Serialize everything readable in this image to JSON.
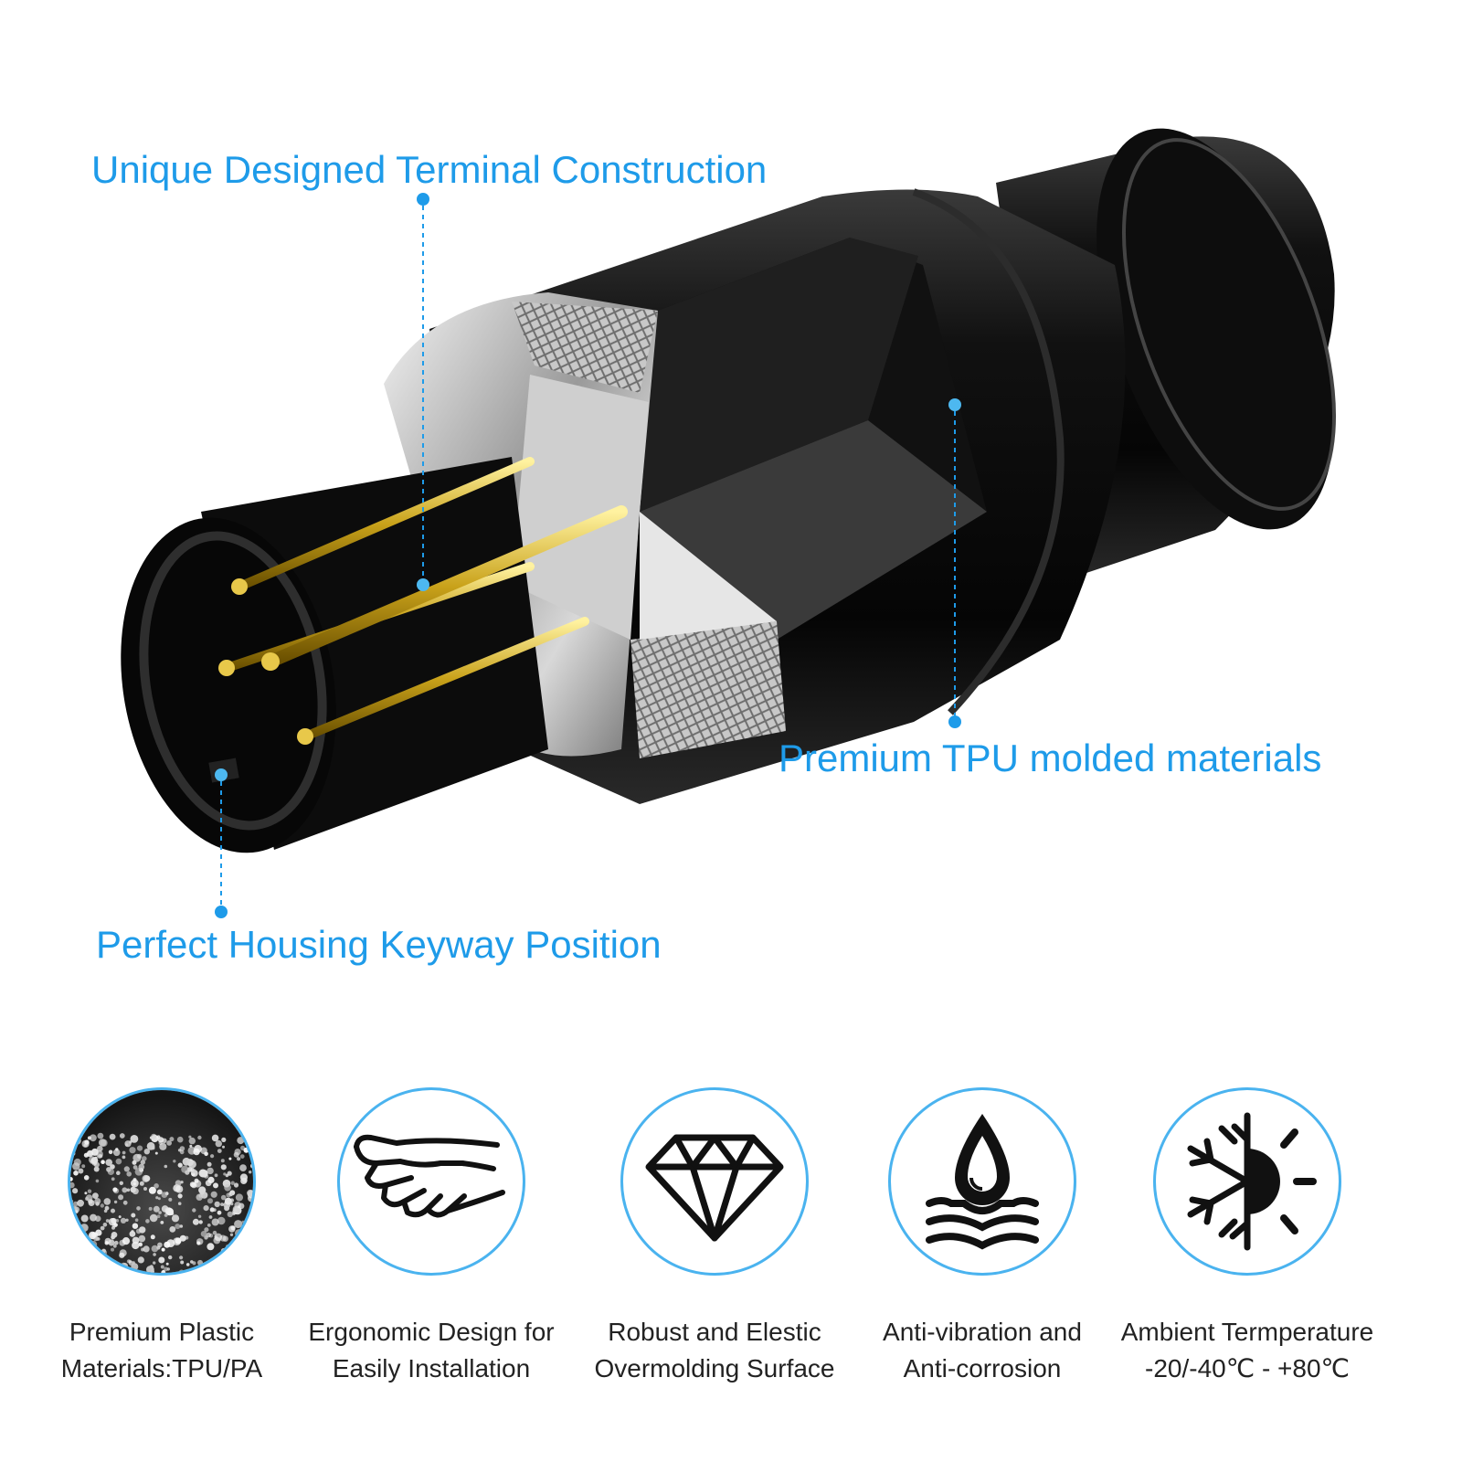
{
  "callouts": {
    "terminal": "Unique Designed Terminal Construction",
    "tpu": "Premium TPU molded materials",
    "keyway": "Perfect Housing Keyway Position"
  },
  "accent_color": "#1e9be9",
  "features": [
    {
      "icon": "plastic-granules-photo",
      "line1": "Premium Plastic",
      "line2": "Materials:TPU/PA"
    },
    {
      "icon": "hand-grip-icon",
      "line1": "Ergonomic Design for",
      "line2": "Easily Installation"
    },
    {
      "icon": "diamond-icon",
      "line1": "Robust and Elestic",
      "line2": "Overmolding Surface"
    },
    {
      "icon": "water-drop-icon",
      "line1": "Anti-vibration and",
      "line2": "Anti-corrosion"
    },
    {
      "icon": "snowflake-sun-icon",
      "line1": "Ambient Termperature",
      "line2": "-20/-40℃ - +80℃"
    }
  ]
}
